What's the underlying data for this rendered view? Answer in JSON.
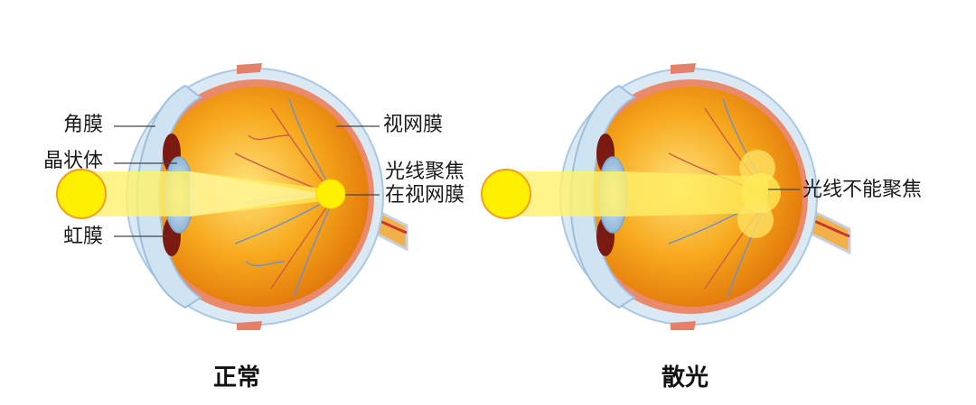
{
  "panels": {
    "normal": {
      "caption": "正常",
      "labels": {
        "cornea": "角膜",
        "lens": "晶状体",
        "iris": "虹膜",
        "retina": "视网膜",
        "focus_line1": "光线聚焦",
        "focus_line2": "在视网膜"
      }
    },
    "astigmatism": {
      "caption": "散光",
      "labels": {
        "no_focus": "光线不能聚焦"
      }
    }
  },
  "colors": {
    "eyeball": "#f59a10",
    "eyeball_light": "#ffd66a",
    "sclera_outline": "#b9d6ea",
    "choroid": "#e8876a",
    "light_beam": "#ffe466",
    "light_source": "#ffee00",
    "vessel_blue": "#6f8fcf",
    "vessel_red": "#cf5a4a",
    "optic_nerve": "#e8a23a"
  }
}
